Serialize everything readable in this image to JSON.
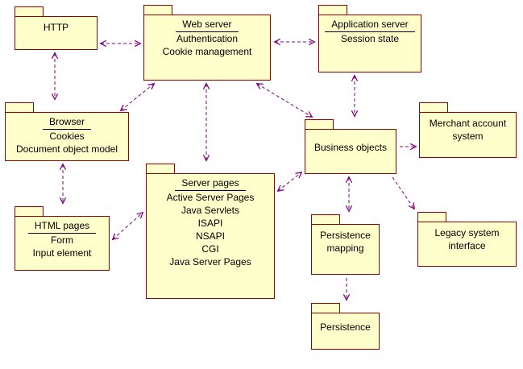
{
  "colors": {
    "package_fill": "#FFFFCC",
    "package_border": "#990000",
    "arrow": "#7F007F",
    "text": "#000000"
  },
  "packages": {
    "http": {
      "title": "HTTP"
    },
    "web_server": {
      "title": "Web server",
      "items": [
        "Authentication",
        "Cookie management"
      ]
    },
    "application_server": {
      "title": "Application server",
      "items": [
        "Session state"
      ]
    },
    "browser": {
      "title": "Browser",
      "items": [
        "Cookies",
        "Document object model"
      ]
    },
    "html_pages": {
      "title": "HTML pages",
      "items": [
        "Form",
        "Input element"
      ]
    },
    "server_pages": {
      "title": "Server pages",
      "items": [
        "Active Server Pages",
        "Java Servlets",
        "ISAPI",
        "NSAPI",
        "CGI",
        "Java Server Pages"
      ]
    },
    "business_objects": {
      "title": "Business objects"
    },
    "merchant_account_system": {
      "title": "Merchant account system"
    },
    "legacy_system_interface": {
      "title": "Legacy system interface"
    },
    "persistence_mapping": {
      "title": "Persistence mapping"
    },
    "persistence": {
      "title": "Persistence"
    }
  },
  "connections": [
    {
      "from": "HTTP",
      "to": "Web server",
      "type": "dashed-dependency",
      "direction": "both"
    },
    {
      "from": "Web server",
      "to": "Application server",
      "type": "dashed-dependency",
      "direction": "both"
    },
    {
      "from": "HTTP",
      "to": "Browser",
      "type": "dashed-dependency",
      "direction": "both"
    },
    {
      "from": "Browser",
      "to": "Web server",
      "type": "dashed-dependency",
      "direction": "both"
    },
    {
      "from": "Browser",
      "to": "HTML pages",
      "type": "dashed-dependency",
      "direction": "both"
    },
    {
      "from": "HTML pages",
      "to": "Server pages",
      "type": "dashed-dependency",
      "direction": "both"
    },
    {
      "from": "Web server",
      "to": "Server pages",
      "type": "dashed-dependency",
      "direction": "both"
    },
    {
      "from": "Web server",
      "to": "Business objects",
      "type": "dashed-dependency",
      "direction": "both"
    },
    {
      "from": "Application server",
      "to": "Business objects",
      "type": "dashed-dependency",
      "direction": "both"
    },
    {
      "from": "Server pages",
      "to": "Business objects",
      "type": "dashed-dependency",
      "direction": "both"
    },
    {
      "from": "Business objects",
      "to": "Merchant account system",
      "type": "dashed-dependency",
      "direction": "forward"
    },
    {
      "from": "Business objects",
      "to": "Legacy system interface",
      "type": "dashed-dependency",
      "direction": "forward"
    },
    {
      "from": "Business objects",
      "to": "Persistence mapping",
      "type": "dashed-dependency",
      "direction": "both"
    },
    {
      "from": "Persistence mapping",
      "to": "Persistence",
      "type": "dashed-dependency",
      "direction": "forward"
    }
  ]
}
